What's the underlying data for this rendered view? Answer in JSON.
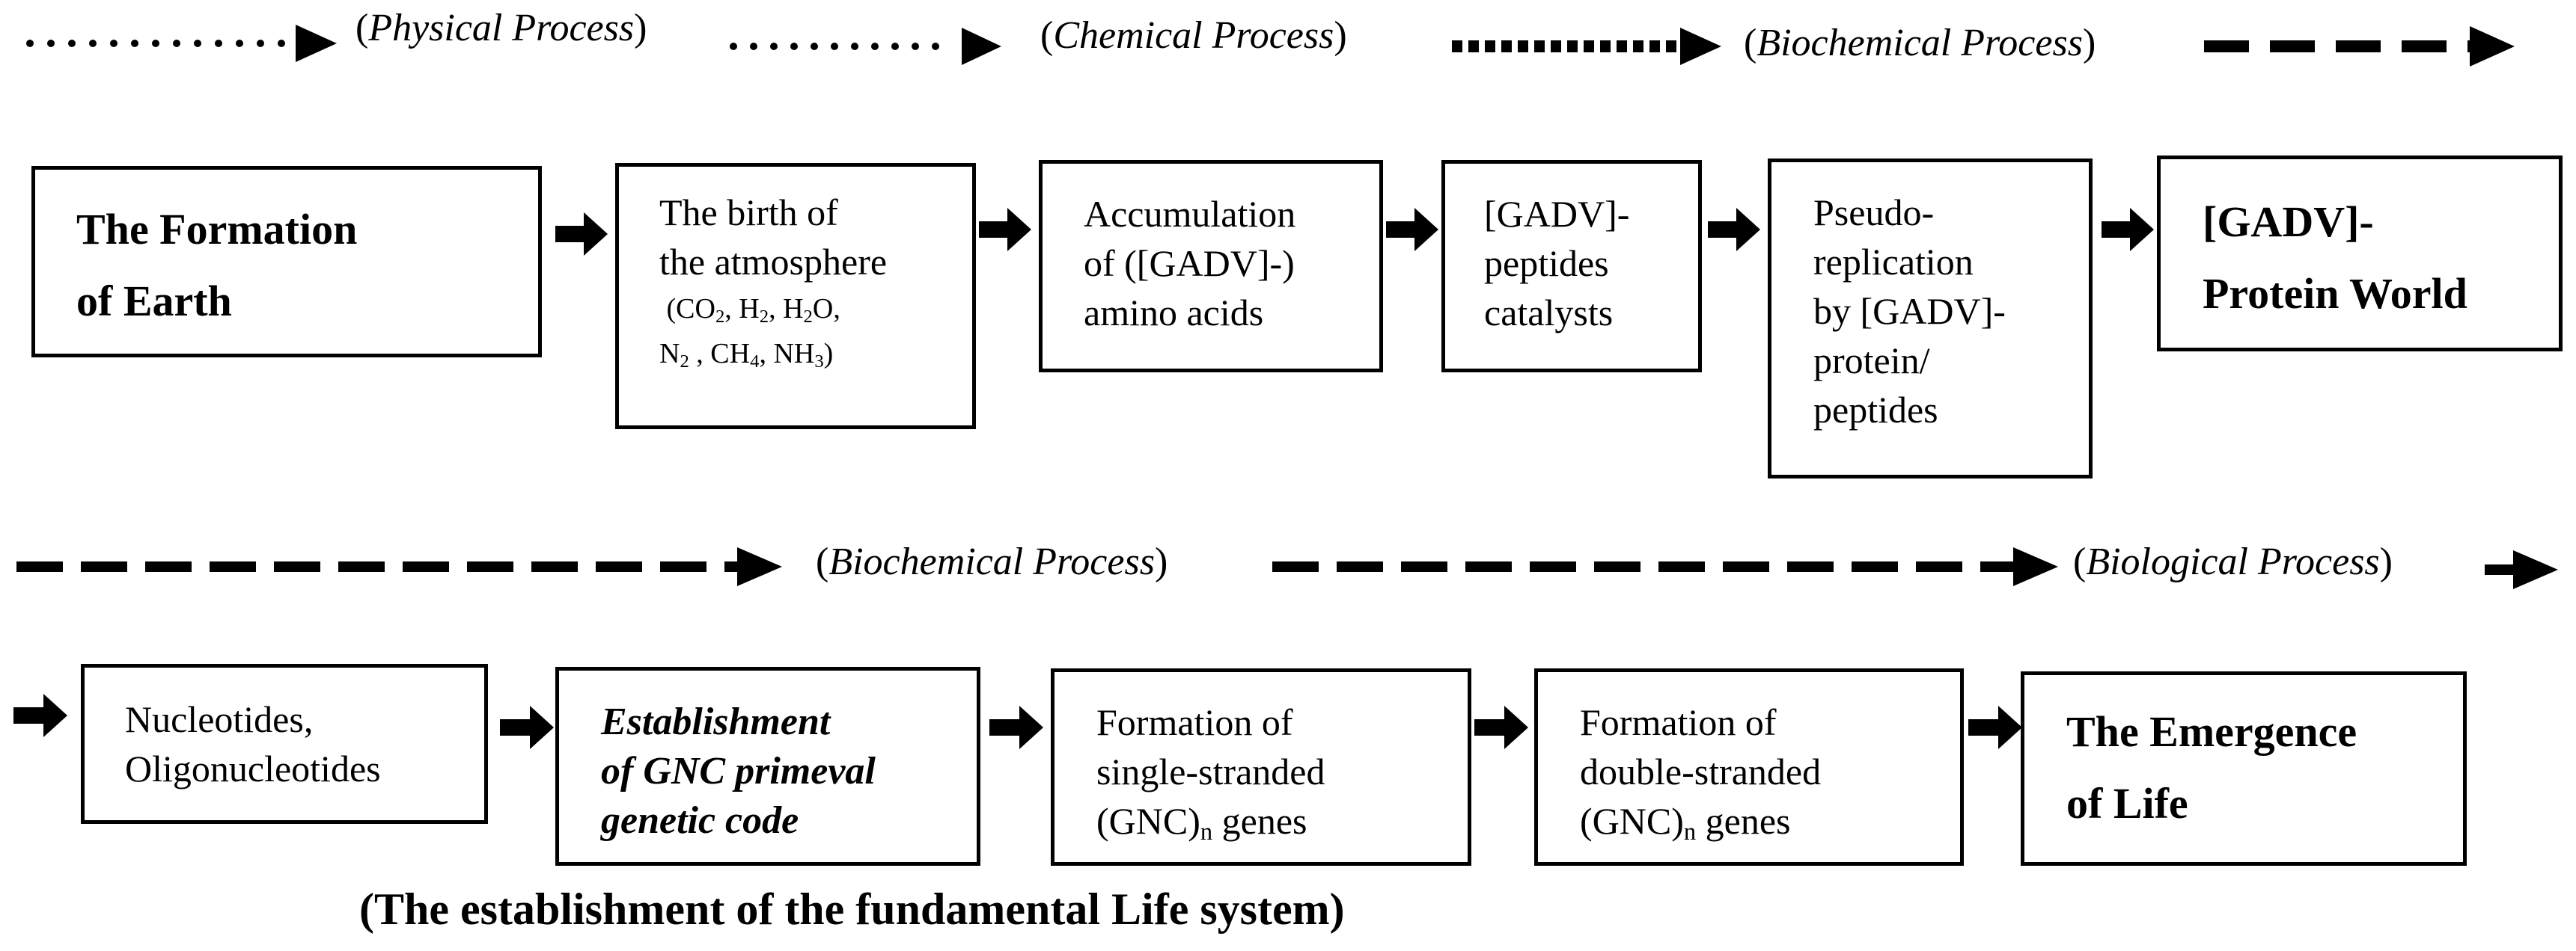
{
  "processes": {
    "physical": "Physical Process",
    "chemical": "Chemical Process",
    "biochemical_1": "Biochemical Process",
    "biochemical_2": "Biochemical Process",
    "biological": "Biological Process"
  },
  "boxes": {
    "formation_earth": [
      "The Formation",
      "of Earth"
    ],
    "atmosphere": {
      "lines": [
        "The birth of",
        "the atmosphere"
      ],
      "gases_line1": "(CO2, H2, H2O,",
      "gases_line2": "N2 , CH4, NH3)"
    },
    "amino_acids": [
      "Accumulation",
      "of ([GADV]-)",
      "amino acids"
    ],
    "peptides_catalysts": [
      "[GADV]-",
      "peptides",
      "catalysts"
    ],
    "pseudo_replication": [
      "Pseudo-",
      "replication",
      "by [GADV]-",
      "protein/",
      "peptides"
    ],
    "protein_world": [
      "[GADV]-",
      "Protein World"
    ],
    "nucleotides": [
      "Nucleotides,",
      "Oligonucleotides"
    ],
    "gnc_code": [
      "Establishment",
      "of GNC primeval",
      "genetic code"
    ],
    "single_stranded": {
      "line1": "Formation of",
      "line2": "single-stranded",
      "line3": "(GNC)n genes"
    },
    "double_stranded": {
      "line1": "Formation of",
      "line2": "double-stranded",
      "line3": "(GNC)n genes"
    },
    "emergence": [
      "The Emergence",
      "of Life"
    ]
  },
  "caption": "(The establishment of the fundamental Life system)"
}
